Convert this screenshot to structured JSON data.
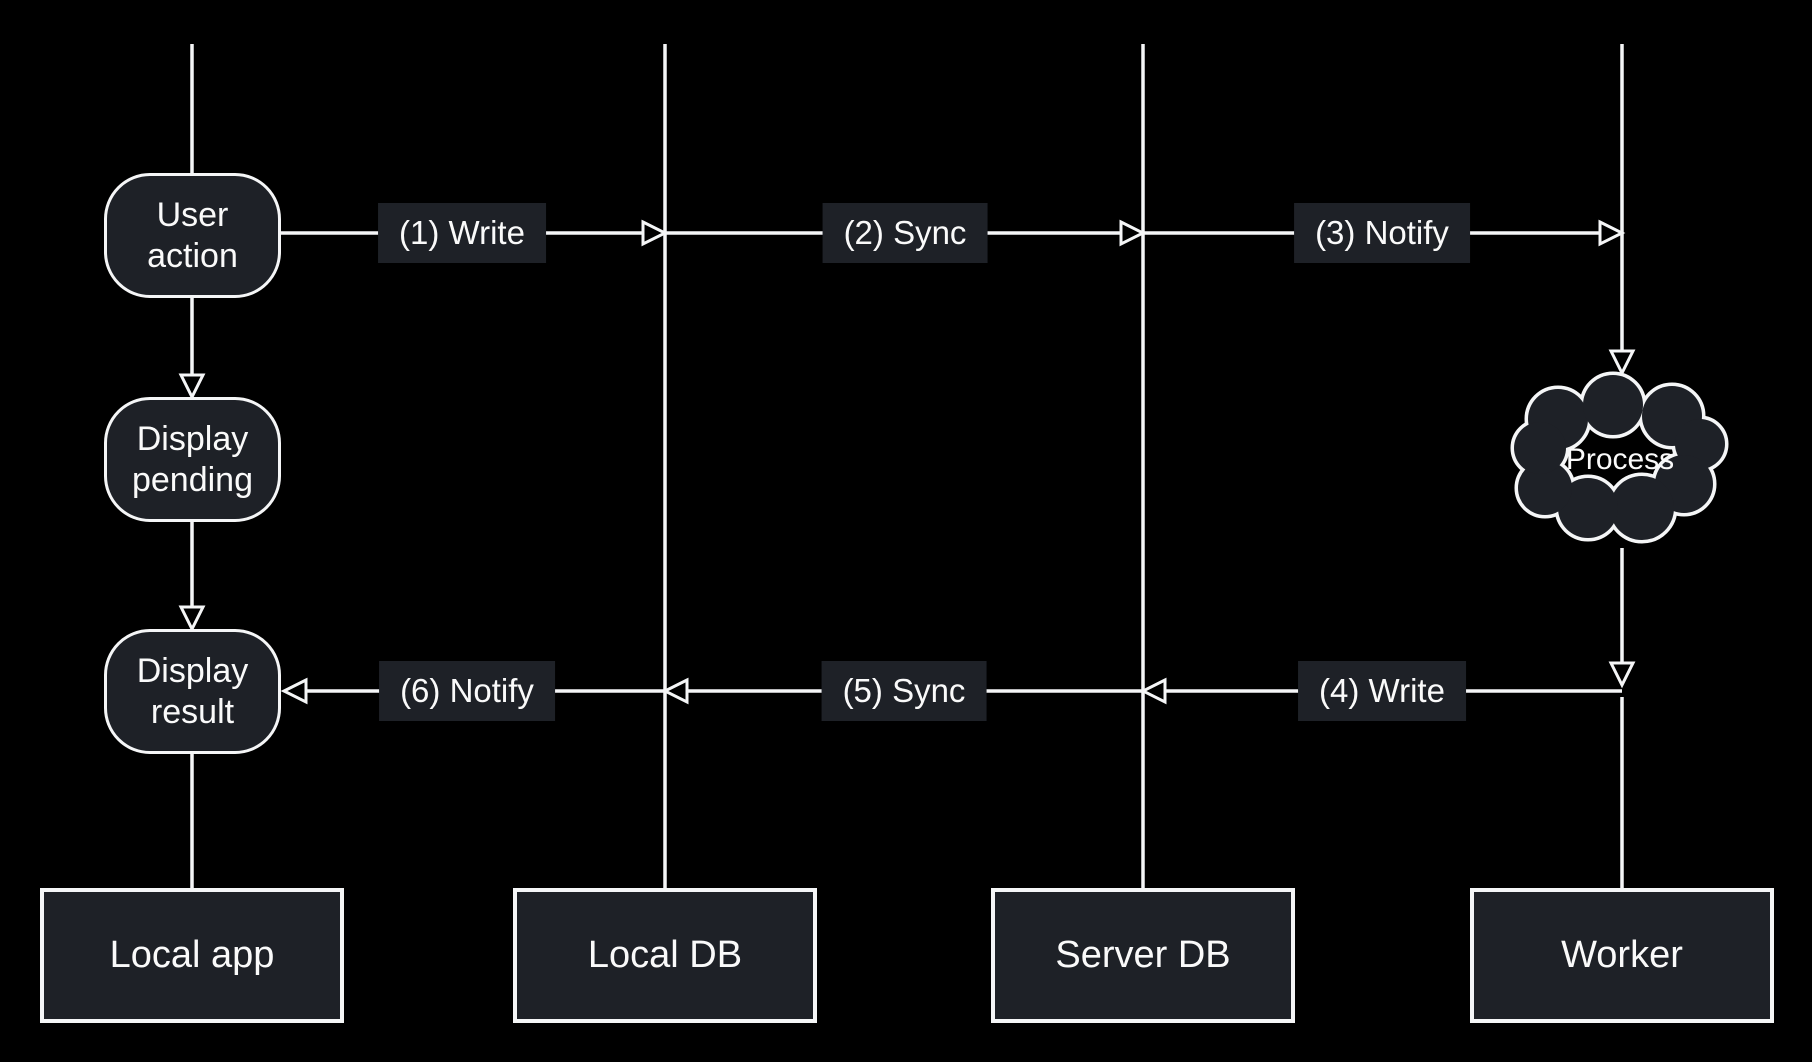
{
  "colors": {
    "background": "#000000",
    "shape_fill": "#1e2127",
    "stroke": "#f5f6f7",
    "text": "#fafafa"
  },
  "nodes": [
    {
      "id": "user-action",
      "lines": [
        "User",
        "action"
      ]
    },
    {
      "id": "display-pending",
      "lines": [
        "Display",
        "pending"
      ]
    },
    {
      "id": "display-result",
      "lines": [
        "Display",
        "result"
      ]
    }
  ],
  "cloud": {
    "label": "Process"
  },
  "edges": [
    {
      "id": "write-1",
      "label": "(1) Write"
    },
    {
      "id": "sync-2",
      "label": "(2) Sync"
    },
    {
      "id": "notify-3",
      "label": "(3) Notify"
    },
    {
      "id": "write-4",
      "label": "(4) Write"
    },
    {
      "id": "sync-5",
      "label": "(5) Sync"
    },
    {
      "id": "notify-6",
      "label": "(6) Notify"
    }
  ],
  "actors": [
    {
      "id": "local-app",
      "label": "Local app"
    },
    {
      "id": "local-db",
      "label": "Local DB"
    },
    {
      "id": "server-db",
      "label": "Server DB"
    },
    {
      "id": "worker",
      "label": "Worker"
    }
  ]
}
